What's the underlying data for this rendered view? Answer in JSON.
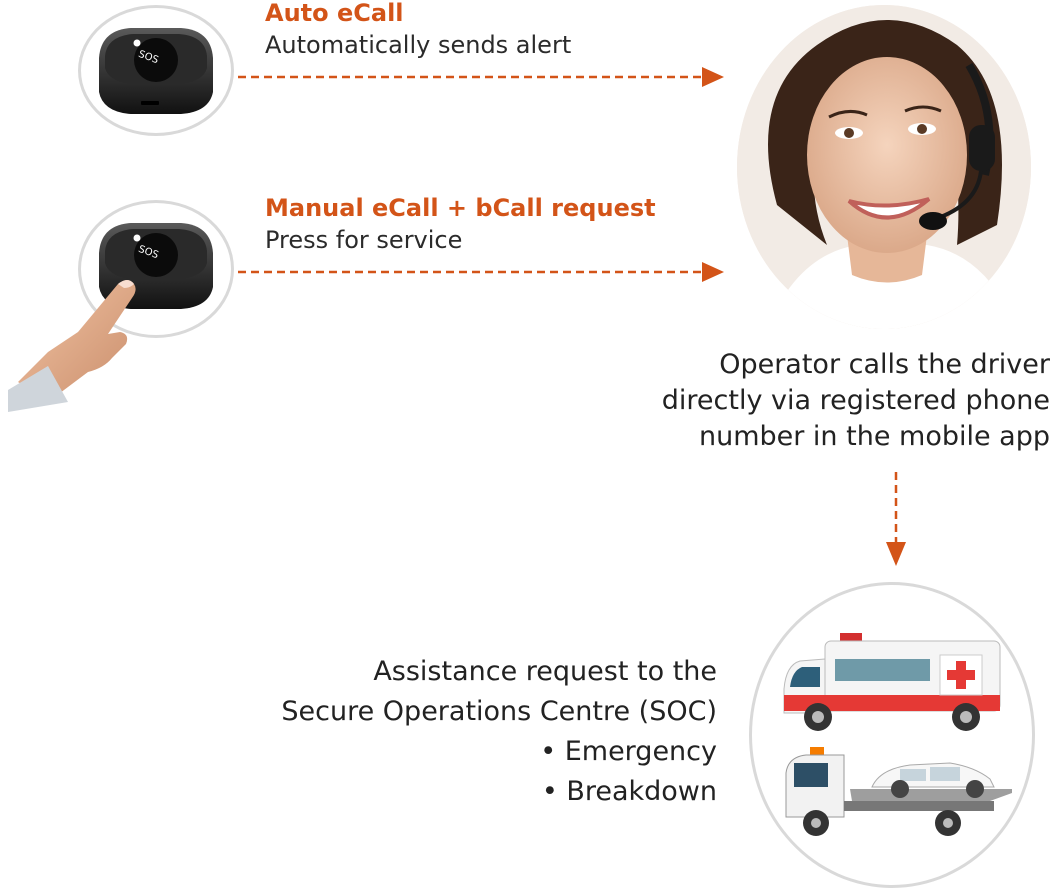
{
  "auto_ecall": {
    "title": "Auto eCall",
    "description": "Automatically sends alert",
    "device_label": "SOS",
    "device_icon": "sos-button-device-icon"
  },
  "manual_ecall": {
    "title": "Manual eCall + bCall request",
    "description": "Press for service",
    "device_label": "SOS",
    "device_icon": "sos-button-with-finger-icon"
  },
  "operator": {
    "image": "call-center-operator-with-headset",
    "lines": [
      "Operator calls the driver",
      "directly via registered phone",
      "number in the mobile app"
    ]
  },
  "assistance": {
    "lines": [
      "Assistance request to the",
      "Secure Operations Centre (SOC)",
      "• Emergency",
      "• Breakdown"
    ],
    "vehicles": [
      "ambulance-icon",
      "tow-truck-icon"
    ]
  },
  "colors": {
    "accent": "#d35418",
    "circle_border": "#d9d9d9"
  }
}
